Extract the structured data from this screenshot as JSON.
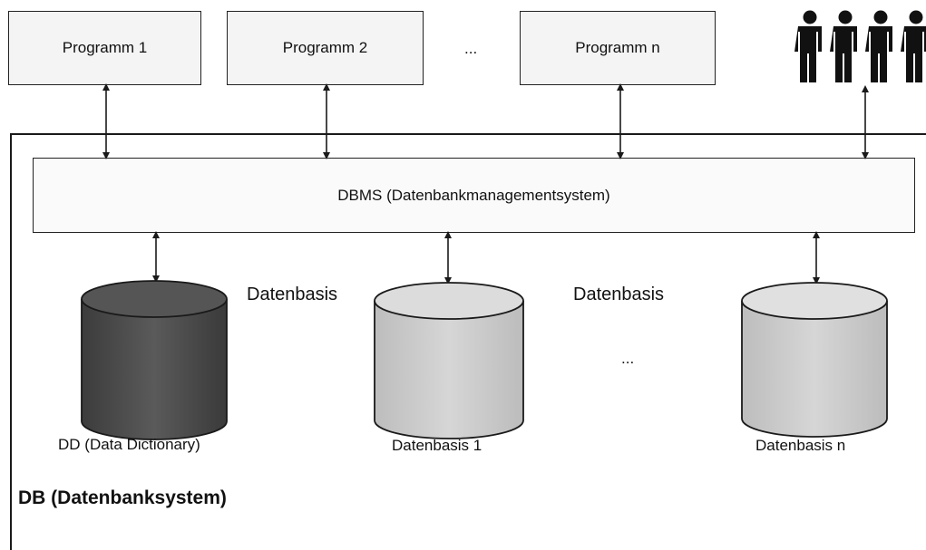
{
  "programs": [
    "Programm 1",
    "Programm 2",
    "Programm n"
  ],
  "program_ellipsis": "...",
  "dbms_label": "DBMS (Datenbankmanagementsystem)",
  "datenbasis_labels": [
    "Datenbasis",
    "Datenbasis"
  ],
  "databases": [
    {
      "label": "DD (Data Dictionary)",
      "color": "#4a4a4a"
    },
    {
      "label": "Datenbasis 1",
      "color": "#c9c9c9"
    },
    {
      "label": "Datenbasis n",
      "color": "#cfcfcf"
    }
  ],
  "db_ellipsis": "...",
  "system_label": "DB (Datenbanksystem)",
  "colors": {
    "line": "#1a1a1a",
    "box_fill": "#f4f4f4",
    "user_icon": "#111111"
  }
}
